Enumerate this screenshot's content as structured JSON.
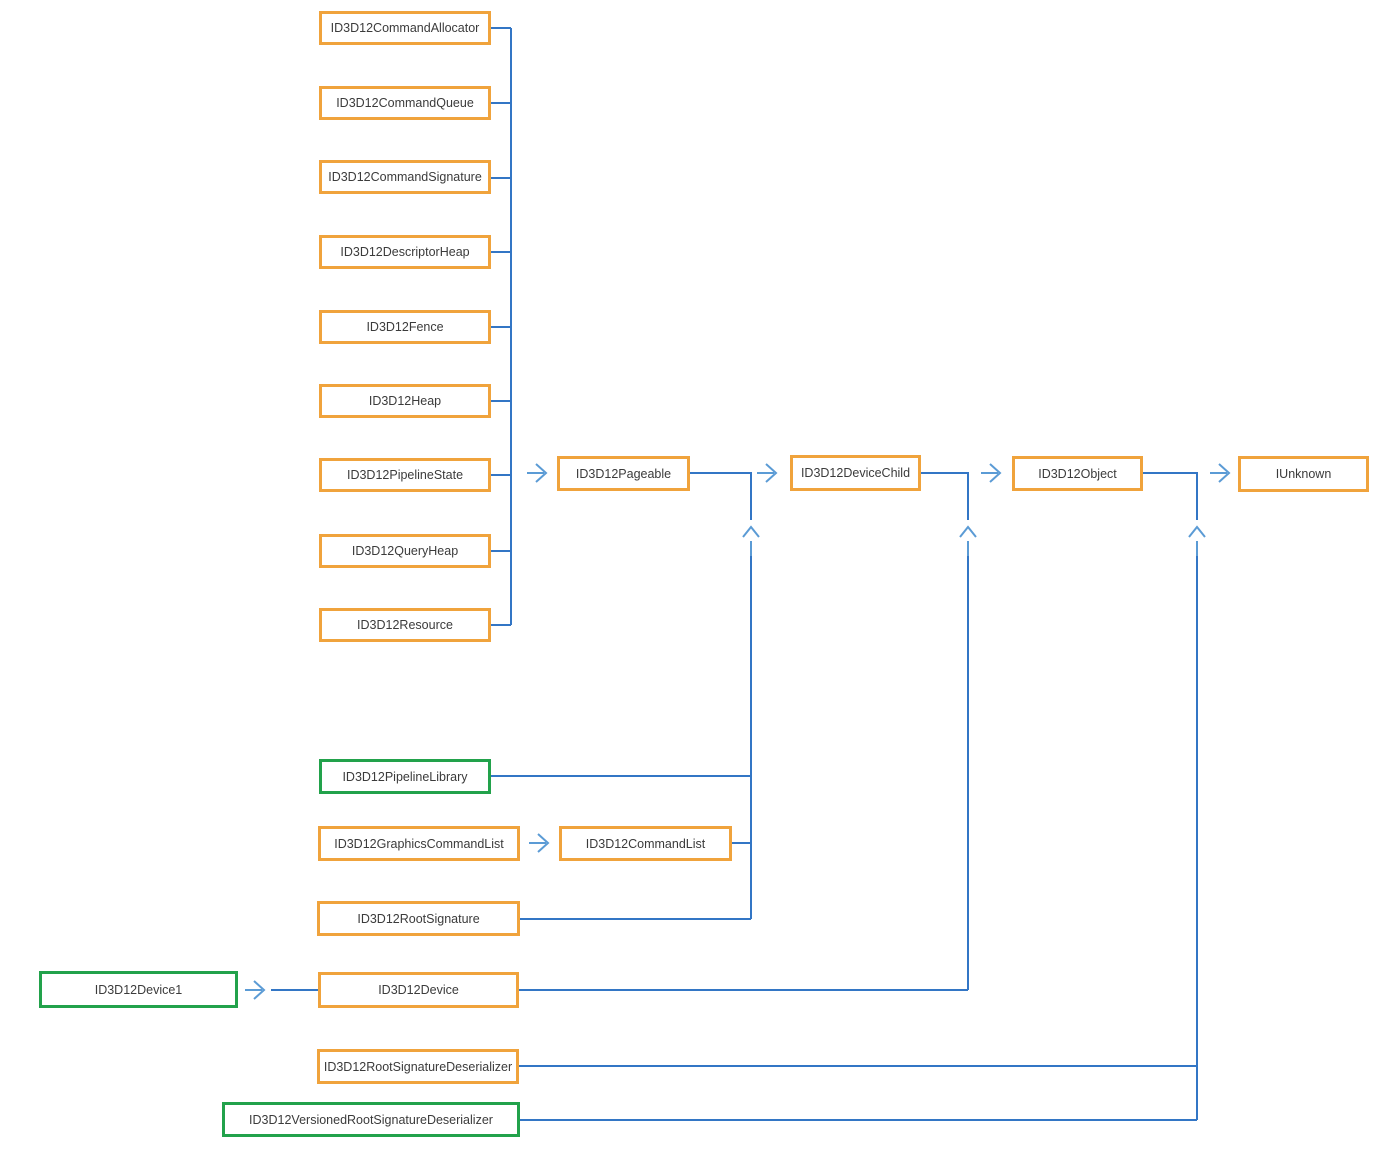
{
  "diagram": {
    "description": "D3D12 interface inheritance hierarchy",
    "nodes": {
      "commandAllocator": {
        "label": "ID3D12CommandAllocator",
        "style": "orange"
      },
      "commandQueue": {
        "label": "ID3D12CommandQueue",
        "style": "orange"
      },
      "commandSignature": {
        "label": "ID3D12CommandSignature",
        "style": "orange"
      },
      "descriptorHeap": {
        "label": "ID3D12DescriptorHeap",
        "style": "orange"
      },
      "fence": {
        "label": "ID3D12Fence",
        "style": "orange"
      },
      "heap": {
        "label": "ID3D12Heap",
        "style": "orange"
      },
      "pipelineState": {
        "label": "ID3D12PipelineState",
        "style": "orange"
      },
      "queryHeap": {
        "label": "ID3D12QueryHeap",
        "style": "orange"
      },
      "resource": {
        "label": "ID3D12Resource",
        "style": "orange"
      },
      "pageable": {
        "label": "ID3D12Pageable",
        "style": "orange"
      },
      "deviceChild": {
        "label": "ID3D12DeviceChild",
        "style": "orange"
      },
      "object": {
        "label": "ID3D12Object",
        "style": "orange"
      },
      "iunknown": {
        "label": "IUnknown",
        "style": "orange"
      },
      "pipelineLibrary": {
        "label": "ID3D12PipelineLibrary",
        "style": "green"
      },
      "graphicsCommandList": {
        "label": "ID3D12GraphicsCommandList",
        "style": "orange"
      },
      "commandList": {
        "label": "ID3D12CommandList",
        "style": "orange"
      },
      "rootSignature": {
        "label": "ID3D12RootSignature",
        "style": "orange"
      },
      "device1": {
        "label": "ID3D12Device1",
        "style": "green"
      },
      "device": {
        "label": "ID3D12Device",
        "style": "orange"
      },
      "rootSignatureDeserializer": {
        "label": "ID3D12RootSignatureDeserializer",
        "style": "orange"
      },
      "versionedRootSignatureDeserializer": {
        "label": "ID3D12VersionedRootSignatureDeserializer",
        "style": "green"
      }
    },
    "edges": [
      {
        "from": "ID3D12CommandAllocator",
        "to": "ID3D12Pageable"
      },
      {
        "from": "ID3D12CommandQueue",
        "to": "ID3D12Pageable"
      },
      {
        "from": "ID3D12CommandSignature",
        "to": "ID3D12Pageable"
      },
      {
        "from": "ID3D12DescriptorHeap",
        "to": "ID3D12Pageable"
      },
      {
        "from": "ID3D12Fence",
        "to": "ID3D12Pageable"
      },
      {
        "from": "ID3D12Heap",
        "to": "ID3D12Pageable"
      },
      {
        "from": "ID3D12PipelineState",
        "to": "ID3D12Pageable"
      },
      {
        "from": "ID3D12QueryHeap",
        "to": "ID3D12Pageable"
      },
      {
        "from": "ID3D12Resource",
        "to": "ID3D12Pageable"
      },
      {
        "from": "ID3D12Pageable",
        "to": "ID3D12DeviceChild"
      },
      {
        "from": "ID3D12PipelineLibrary",
        "to": "ID3D12DeviceChild"
      },
      {
        "from": "ID3D12CommandList",
        "to": "ID3D12DeviceChild"
      },
      {
        "from": "ID3D12RootSignature",
        "to": "ID3D12DeviceChild"
      },
      {
        "from": "ID3D12GraphicsCommandList",
        "to": "ID3D12CommandList"
      },
      {
        "from": "ID3D12DeviceChild",
        "to": "ID3D12Object"
      },
      {
        "from": "ID3D12Device",
        "to": "ID3D12Object"
      },
      {
        "from": "ID3D12Device1",
        "to": "ID3D12Device"
      },
      {
        "from": "ID3D12Object",
        "to": "IUnknown"
      },
      {
        "from": "ID3D12RootSignatureDeserializer",
        "to": "IUnknown"
      },
      {
        "from": "ID3D12VersionedRootSignatureDeserializer",
        "to": "IUnknown"
      }
    ]
  },
  "colors": {
    "box_border_orange": "#F0A33C",
    "box_border_green": "#22A24B",
    "connector_blue": "#3376C5",
    "arrowhead_blue": "#5B9BD5",
    "text": "#3B3B3B",
    "background": "#FFFFFF"
  }
}
